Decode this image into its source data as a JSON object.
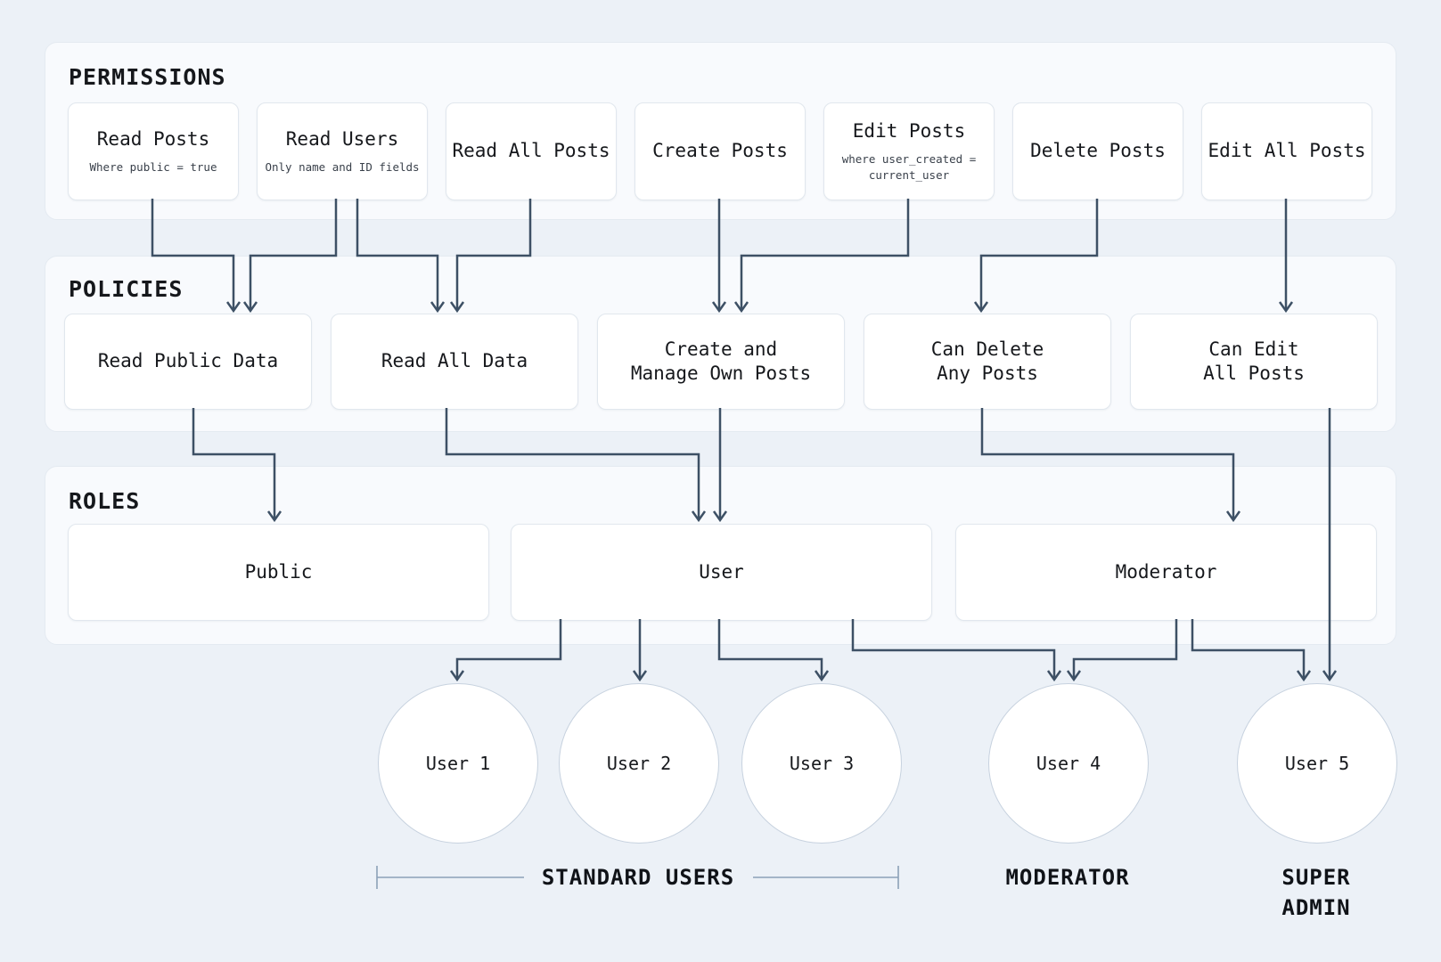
{
  "colors": {
    "page_background": "#ecf1f7",
    "panel_background": "#f8fafd",
    "panel_border": "#e4eaf1",
    "node_background": "#ffffff",
    "node_border": "#e1e7ee",
    "connector_line": "#3d5065",
    "bracket_line": "#8ca1b8",
    "text": "#16181c"
  },
  "sections": {
    "permissions": {
      "title": "PERMISSIONS",
      "items": [
        {
          "label": "Read Posts",
          "sublabel": "Where public = true"
        },
        {
          "label": "Read Users",
          "sublabel": "Only name and ID fields"
        },
        {
          "label": "Read All Posts",
          "sublabel": ""
        },
        {
          "label": "Create Posts",
          "sublabel": ""
        },
        {
          "label": "Edit Posts",
          "sublabel": "where user_created =\ncurrent_user"
        },
        {
          "label": "Delete Posts",
          "sublabel": ""
        },
        {
          "label": "Edit All Posts",
          "sublabel": ""
        }
      ]
    },
    "policies": {
      "title": "POLICIES",
      "items": [
        {
          "label": "Read Public Data"
        },
        {
          "label": "Read All Data"
        },
        {
          "label": "Create and\nManage Own Posts"
        },
        {
          "label": "Can Delete\nAny Posts"
        },
        {
          "label": "Can Edit\nAll Posts"
        }
      ]
    },
    "roles": {
      "title": "ROLES",
      "items": [
        {
          "label": "Public"
        },
        {
          "label": "User"
        },
        {
          "label": "Moderator"
        }
      ]
    }
  },
  "users": {
    "items": [
      {
        "label": "User 1"
      },
      {
        "label": "User 2"
      },
      {
        "label": "User 3"
      },
      {
        "label": "User 4"
      },
      {
        "label": "User 5"
      }
    ]
  },
  "groups": {
    "standard_users": "STANDARD USERS",
    "moderator": "MODERATOR",
    "super_admin": "SUPER ADMIN"
  }
}
